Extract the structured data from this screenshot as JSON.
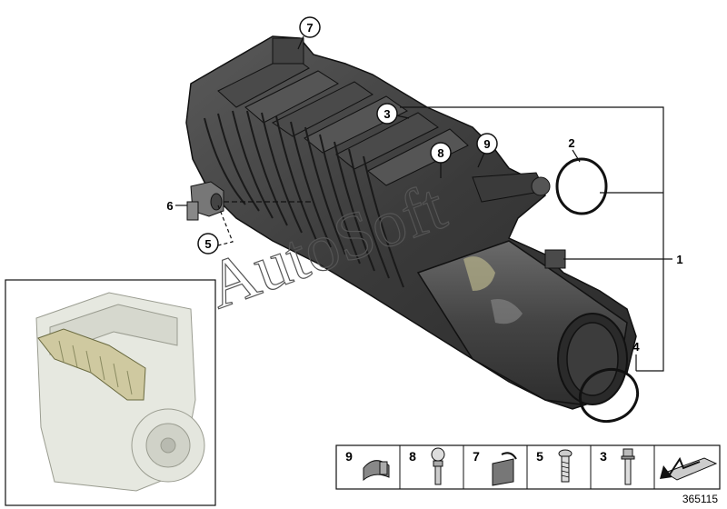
{
  "diagram": {
    "figure_number": "365115",
    "watermark": "AutoSoft",
    "callouts": {
      "c1": "1",
      "c2": "2",
      "c3": "3",
      "c4": "4",
      "c5": "5",
      "c6": "6",
      "c7": "7",
      "c8": "8",
      "c9": "9"
    },
    "legend": [
      {
        "num": "9",
        "icon": "clamp-icon"
      },
      {
        "num": "8",
        "icon": "ball-stud-icon"
      },
      {
        "num": "7",
        "icon": "clip-icon"
      },
      {
        "num": "5",
        "icon": "screw-icon"
      },
      {
        "num": "3",
        "icon": "bolt-icon"
      },
      {
        "num": "",
        "icon": "arrow-plate-icon"
      }
    ]
  }
}
